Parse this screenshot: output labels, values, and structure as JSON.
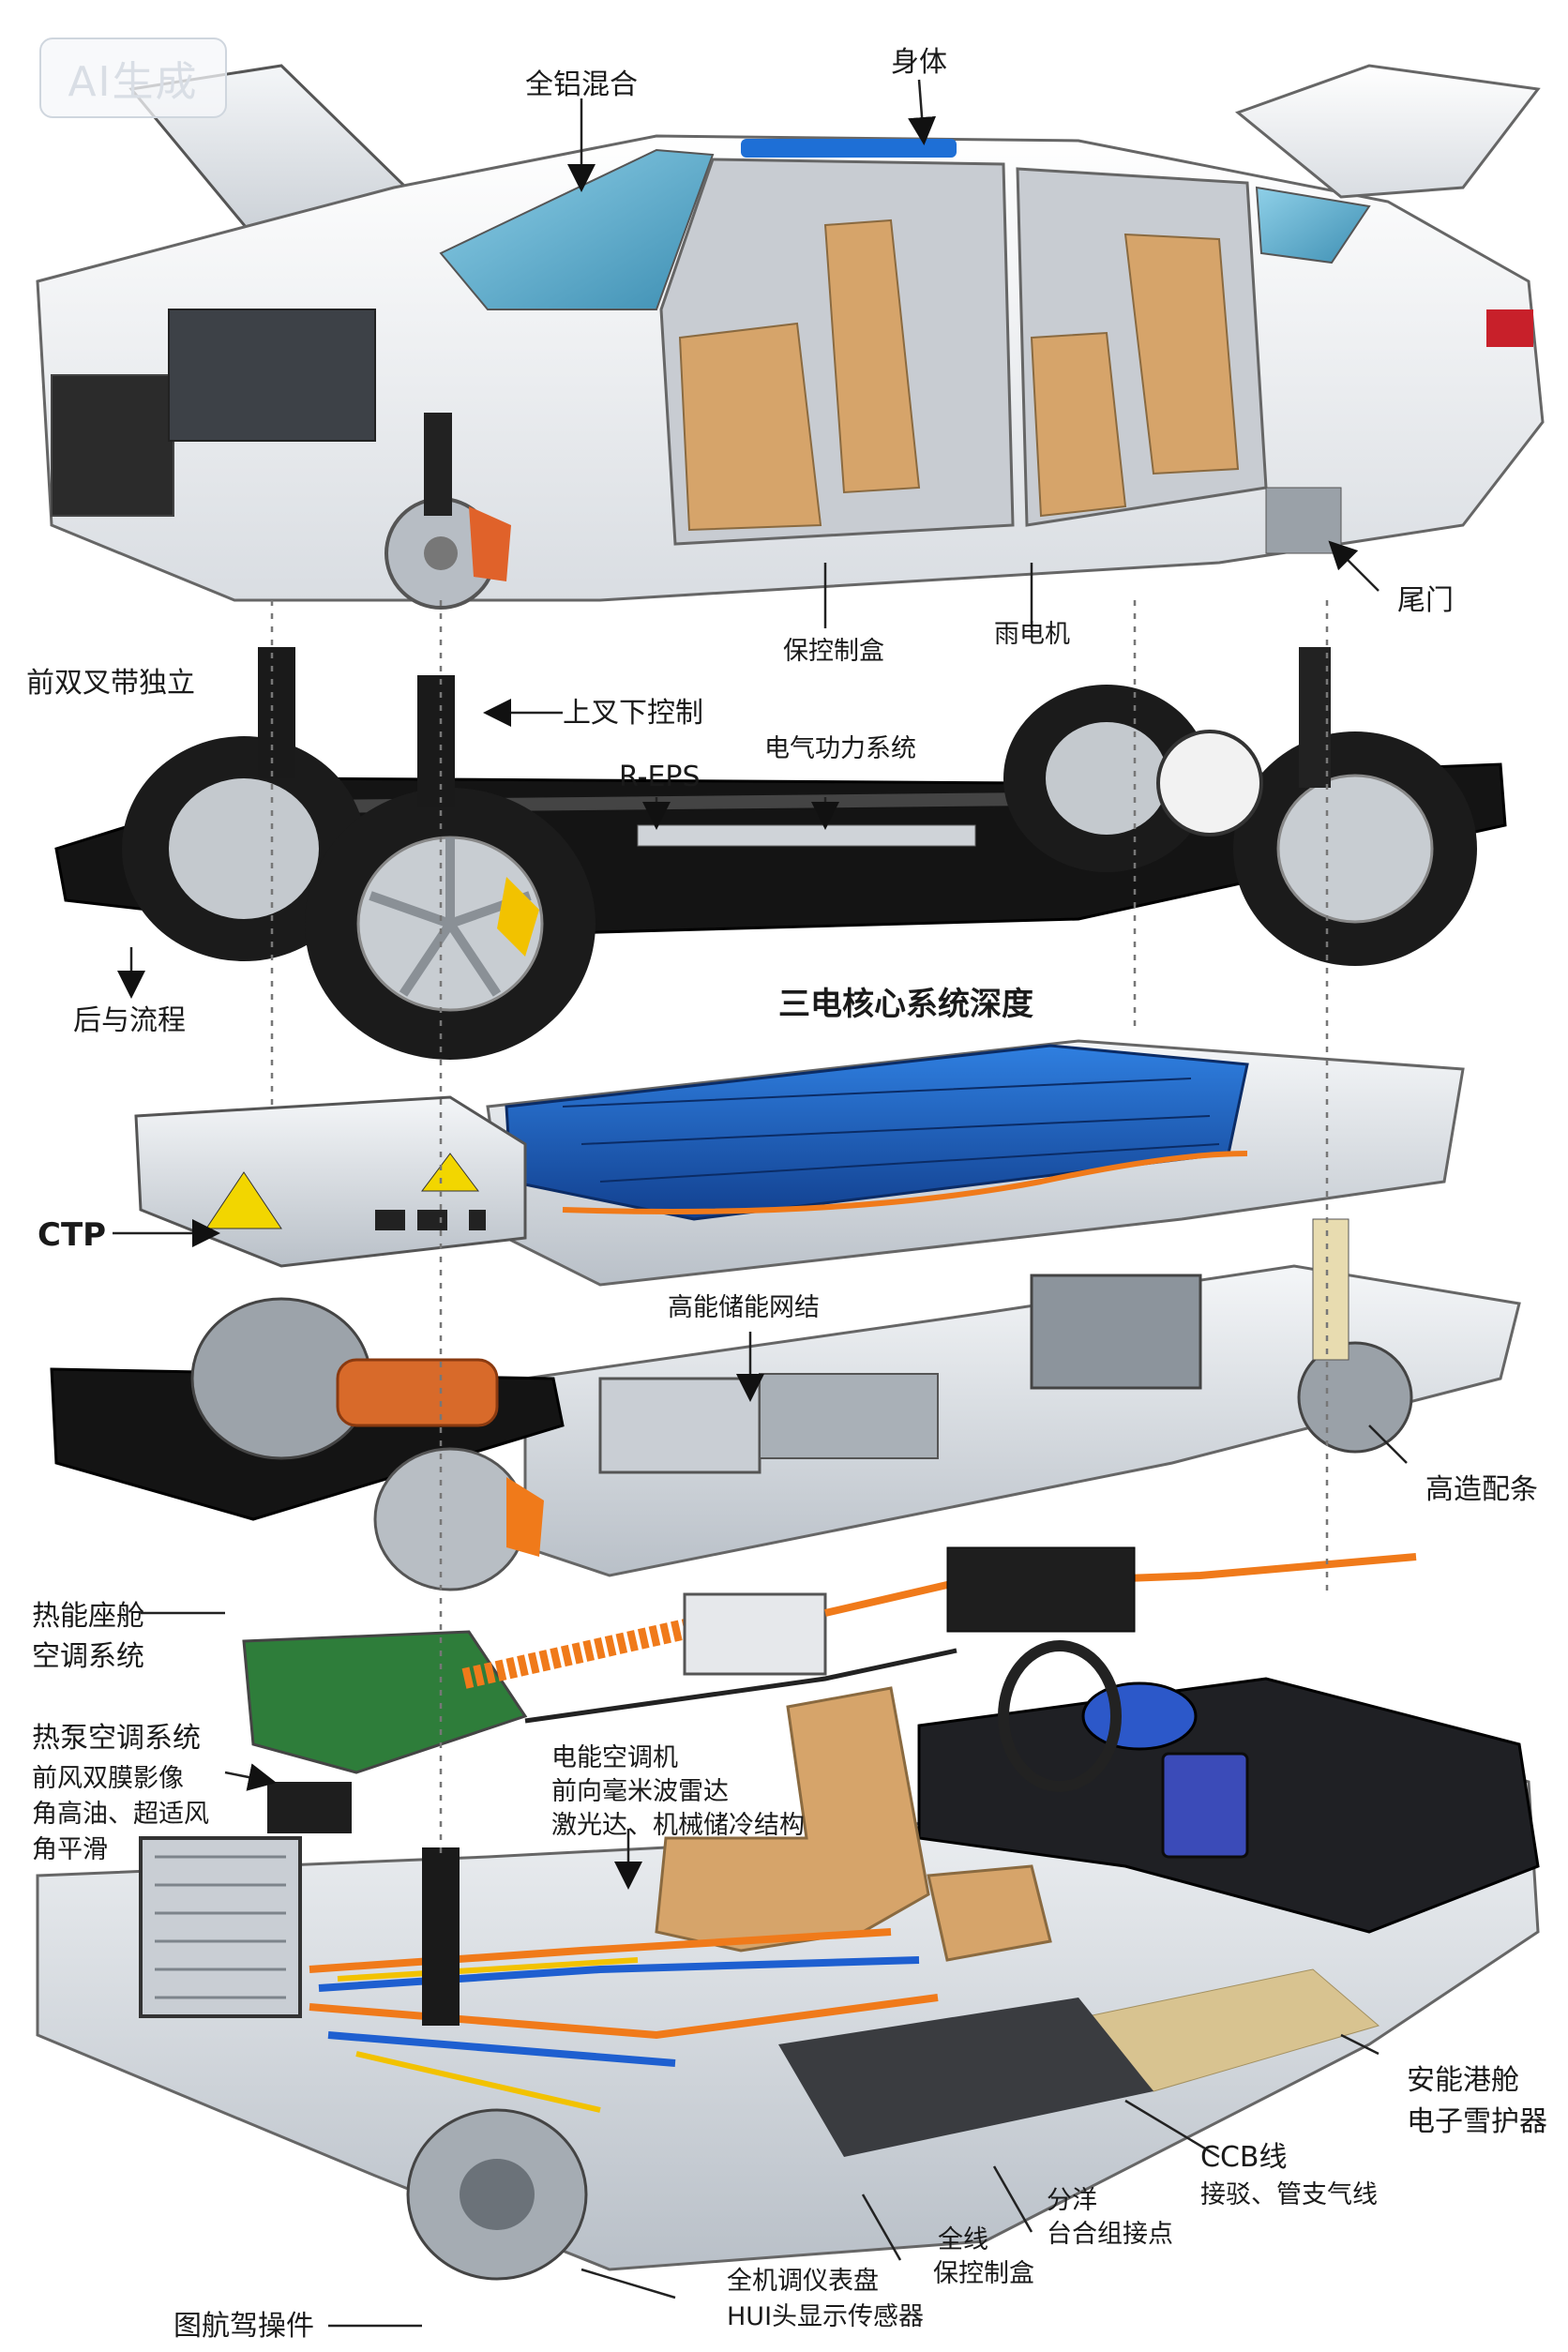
{
  "watermark": "AI生成",
  "labels": {
    "body": "身体",
    "mixed_aluminum": "全铝混合",
    "tailgate": "尾门",
    "motor": "雨电机",
    "front_double_wishbone": "前双叉带独立",
    "upper_lower_control": "上叉下控制",
    "r_eps": "R-EPS",
    "electric_system": "电气功力系统",
    "rear_process": "后与流程",
    "three_electric_core": "三电核心系统深度",
    "ctp": "CTP",
    "high_energy_network": "高能储能网结",
    "high_end_parts": "高造配条",
    "thermal_cabin_1": "热能座舱",
    "thermal_cabin_2": "空调系统",
    "heat_pump_ac": "热泵空调系统",
    "front_wind_lines": [
      "前风双膜影像",
      "角高油、超适风",
      "角平滑"
    ],
    "electric_compressor_lines": [
      "电能空调机",
      "前向毫米波雷达",
      "激光达、机械储冷结构"
    ],
    "safety_cabin_lines": [
      "安能港舱",
      "电子雪护器"
    ],
    "ccb_lines": [
      "CCB线",
      "接驳、管支气线"
    ],
    "divider_lines": [
      "分洋",
      "台合组接点"
    ],
    "hud_lines": [
      "全机调仪表盘",
      "HUI头显示传感器"
    ],
    "central_lines": [
      "全线",
      "保控制盒"
    ],
    "nav_drive": "图航驾操件"
  },
  "colors": {
    "battery_blue": "#1f5fc8",
    "hv_orange": "#f07a1a",
    "seat_tan": "#d6a46a",
    "caliper": "#f2c200",
    "frame_black": "#141414"
  }
}
